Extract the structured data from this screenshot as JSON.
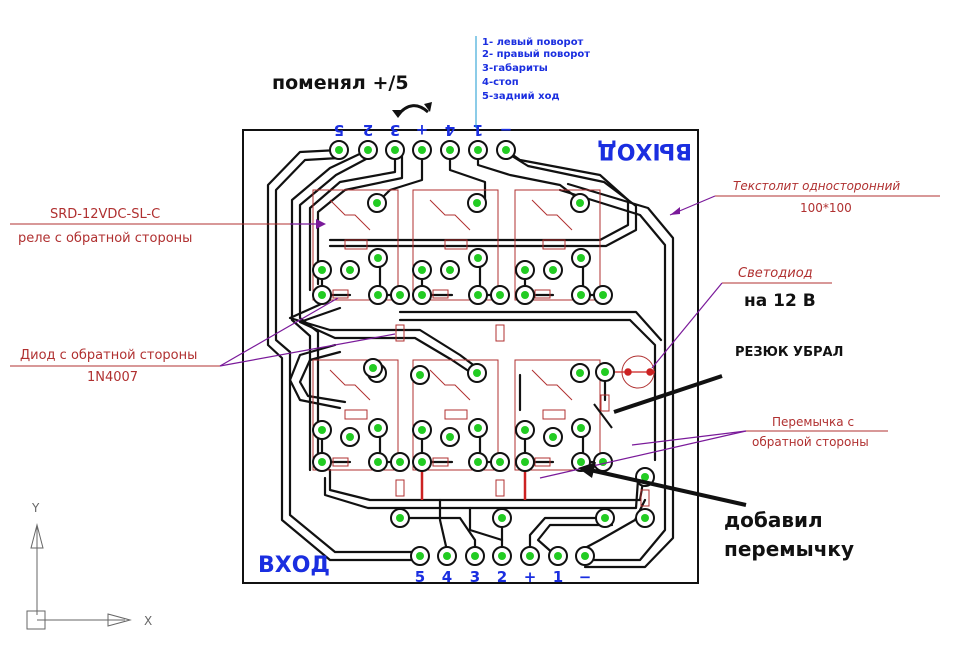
{
  "pins_top": {
    "labels": [
      "5",
      "2",
      "3",
      "+",
      "4",
      "1",
      "−"
    ]
  },
  "pins_bottom": {
    "labels": [
      "5",
      "4",
      "3",
      "2",
      "+",
      "1",
      "−"
    ]
  },
  "annotations": {
    "swapped": "поменял +/5",
    "legend": [
      "1- левый поворот",
      "2- правый поворот",
      "3-габариты",
      "4-стоп",
      "5-задний ход"
    ],
    "output_label": "ВЫХОД",
    "input_label": "ВХОД",
    "textolite_line1": "Текстолит односторонний",
    "textolite_line2": "100*100",
    "relay_line1": "SRD-12VDC-SL-C",
    "relay_line2": "реле с обратной стороны",
    "led_label": "Светодиод",
    "led_voltage": "на 12 В",
    "cut_removed": "РЕЗЮК УБРАЛ",
    "diode_line1": "Диод с обратной стороны",
    "diode_line2": "1N4007",
    "jumper_line1": "Перемычка с",
    "jumper_line2": "обратной стороны",
    "added_line1": "добавил",
    "added_line2": "перемычку"
  },
  "axes": {
    "y_label": "Y",
    "x_label": "X"
  },
  "colors": {
    "trace": "#111111",
    "pad": "#22cc22",
    "red_annotation": "#cc2222",
    "blue_label": "#1a2ee0",
    "purple_leader": "#7a1a9a",
    "component_outline": "#b03030"
  }
}
